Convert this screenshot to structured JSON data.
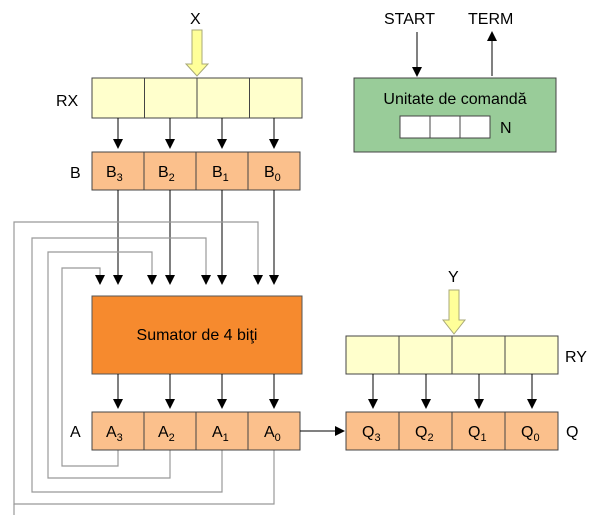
{
  "inputs": {
    "x": "X",
    "y": "Y"
  },
  "signals": {
    "start": "START",
    "term": "TERM"
  },
  "registers": {
    "rx": {
      "label": "RX"
    },
    "b": {
      "label": "B",
      "cells": [
        {
          "base": "B",
          "sub": "3"
        },
        {
          "base": "B",
          "sub": "2"
        },
        {
          "base": "B",
          "sub": "1"
        },
        {
          "base": "B",
          "sub": "0"
        }
      ]
    },
    "a": {
      "label": "A",
      "cells": [
        {
          "base": "A",
          "sub": "3"
        },
        {
          "base": "A",
          "sub": "2"
        },
        {
          "base": "A",
          "sub": "1"
        },
        {
          "base": "A",
          "sub": "0"
        }
      ]
    },
    "ry": {
      "label": "RY"
    },
    "q": {
      "label": "Q",
      "cells": [
        {
          "base": "Q",
          "sub": "3"
        },
        {
          "base": "Q",
          "sub": "2"
        },
        {
          "base": "Q",
          "sub": "1"
        },
        {
          "base": "Q",
          "sub": "0"
        }
      ]
    }
  },
  "control_unit": {
    "title": "Unitate de comandă",
    "counter_label": "N"
  },
  "adder": {
    "title": "Sumator de 4 biţi"
  },
  "colors": {
    "register_light": "#ffffcc",
    "register_orange": "#fbc08c",
    "adder": "#f68a2e",
    "control_unit": "#99cc99",
    "input_arrow": "#ffff99",
    "counter_cells": "#ffffff"
  }
}
